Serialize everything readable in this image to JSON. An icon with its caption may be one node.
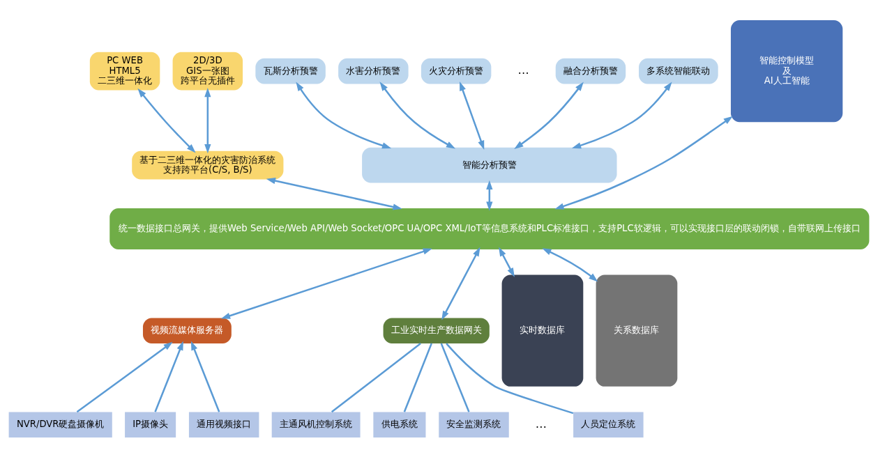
{
  "diagram": {
    "nodes": [
      {
        "text": [
          "PC WEB",
          "HTML5",
          "二三维一体化"
        ]
      },
      {
        "text": [
          "2D/3D",
          "GIS一张图",
          "跨平台无插件"
        ]
      },
      {
        "text": [
          "基于二三维一体化的灾害防治系统",
          "支持跨平台(C/S, B/S)"
        ]
      },
      {
        "text": [
          "瓦斯分析预警"
        ]
      },
      {
        "text": [
          "水害分析预警"
        ]
      },
      {
        "text": [
          "火灾分析预警"
        ]
      },
      {
        "text": [
          "融合分析预警"
        ]
      },
      {
        "text": [
          "多系统智能联动"
        ]
      },
      {
        "text": [
          "智能分析预警"
        ]
      },
      {
        "text": [
          "智能控制模型",
          "及",
          "AI人工智能"
        ]
      },
      {
        "text": [
          "统一数据接口总网关，提供Web Service/Web API/Web Socket/OPC UA/OPC XML/IoT等信息系统和PLC标准接口，支持PLC软逻辑，可以实现接口层的联动闭锁，自带联网上传接口"
        ]
      },
      {
        "text": [
          "视频流媒体服务器"
        ]
      },
      {
        "text": [
          "工业实时生产数据网关"
        ]
      },
      {
        "text": [
          "实时数据库"
        ]
      },
      {
        "text": [
          "关系数据库"
        ]
      },
      {
        "text": [
          "NVR/DVR硬盘摄像机"
        ]
      },
      {
        "text": [
          "IP摄像头"
        ]
      },
      {
        "text": [
          "通用视频接口"
        ]
      },
      {
        "text": [
          "主通风机控制系统"
        ]
      },
      {
        "text": [
          "供电系统"
        ]
      },
      {
        "text": [
          "安全监测系统"
        ]
      },
      {
        "text": [
          "人员定位系统"
        ]
      }
    ],
    "edges": [
      {
        "from": 0,
        "to": 2,
        "arrow": "both"
      },
      {
        "from": 1,
        "to": 2,
        "arrow": "both"
      },
      {
        "from": 3,
        "to": 8,
        "arrow": "both"
      },
      {
        "from": 4,
        "to": 8,
        "arrow": "both"
      },
      {
        "from": 5,
        "to": 8,
        "arrow": "both"
      },
      {
        "from": 6,
        "to": 8,
        "arrow": "both"
      },
      {
        "from": 7,
        "to": 8,
        "arrow": "both"
      },
      {
        "from": 2,
        "to": 10,
        "arrow": "both"
      },
      {
        "from": 8,
        "to": 10,
        "arrow": "both"
      },
      {
        "from": 9,
        "to": 10,
        "arrow": "both"
      },
      {
        "from": 10,
        "to": 11,
        "arrow": "both"
      },
      {
        "from": 10,
        "to": 12,
        "arrow": "both"
      },
      {
        "from": 10,
        "to": 13,
        "arrow": "both"
      },
      {
        "from": 10,
        "to": 14,
        "arrow": "both"
      },
      {
        "from": 15,
        "to": 11,
        "arrow": "to"
      },
      {
        "from": 16,
        "to": 11,
        "arrow": "to"
      },
      {
        "from": 17,
        "to": 11,
        "arrow": "to"
      },
      {
        "from": 12,
        "to": 18,
        "arrow": "none"
      },
      {
        "from": 12,
        "to": 19,
        "arrow": "none"
      },
      {
        "from": 12,
        "to": 20,
        "arrow": "none"
      },
      {
        "from": 12,
        "to": 21,
        "arrow": "none"
      }
    ],
    "labels": [
      "…",
      "…"
    ]
  }
}
